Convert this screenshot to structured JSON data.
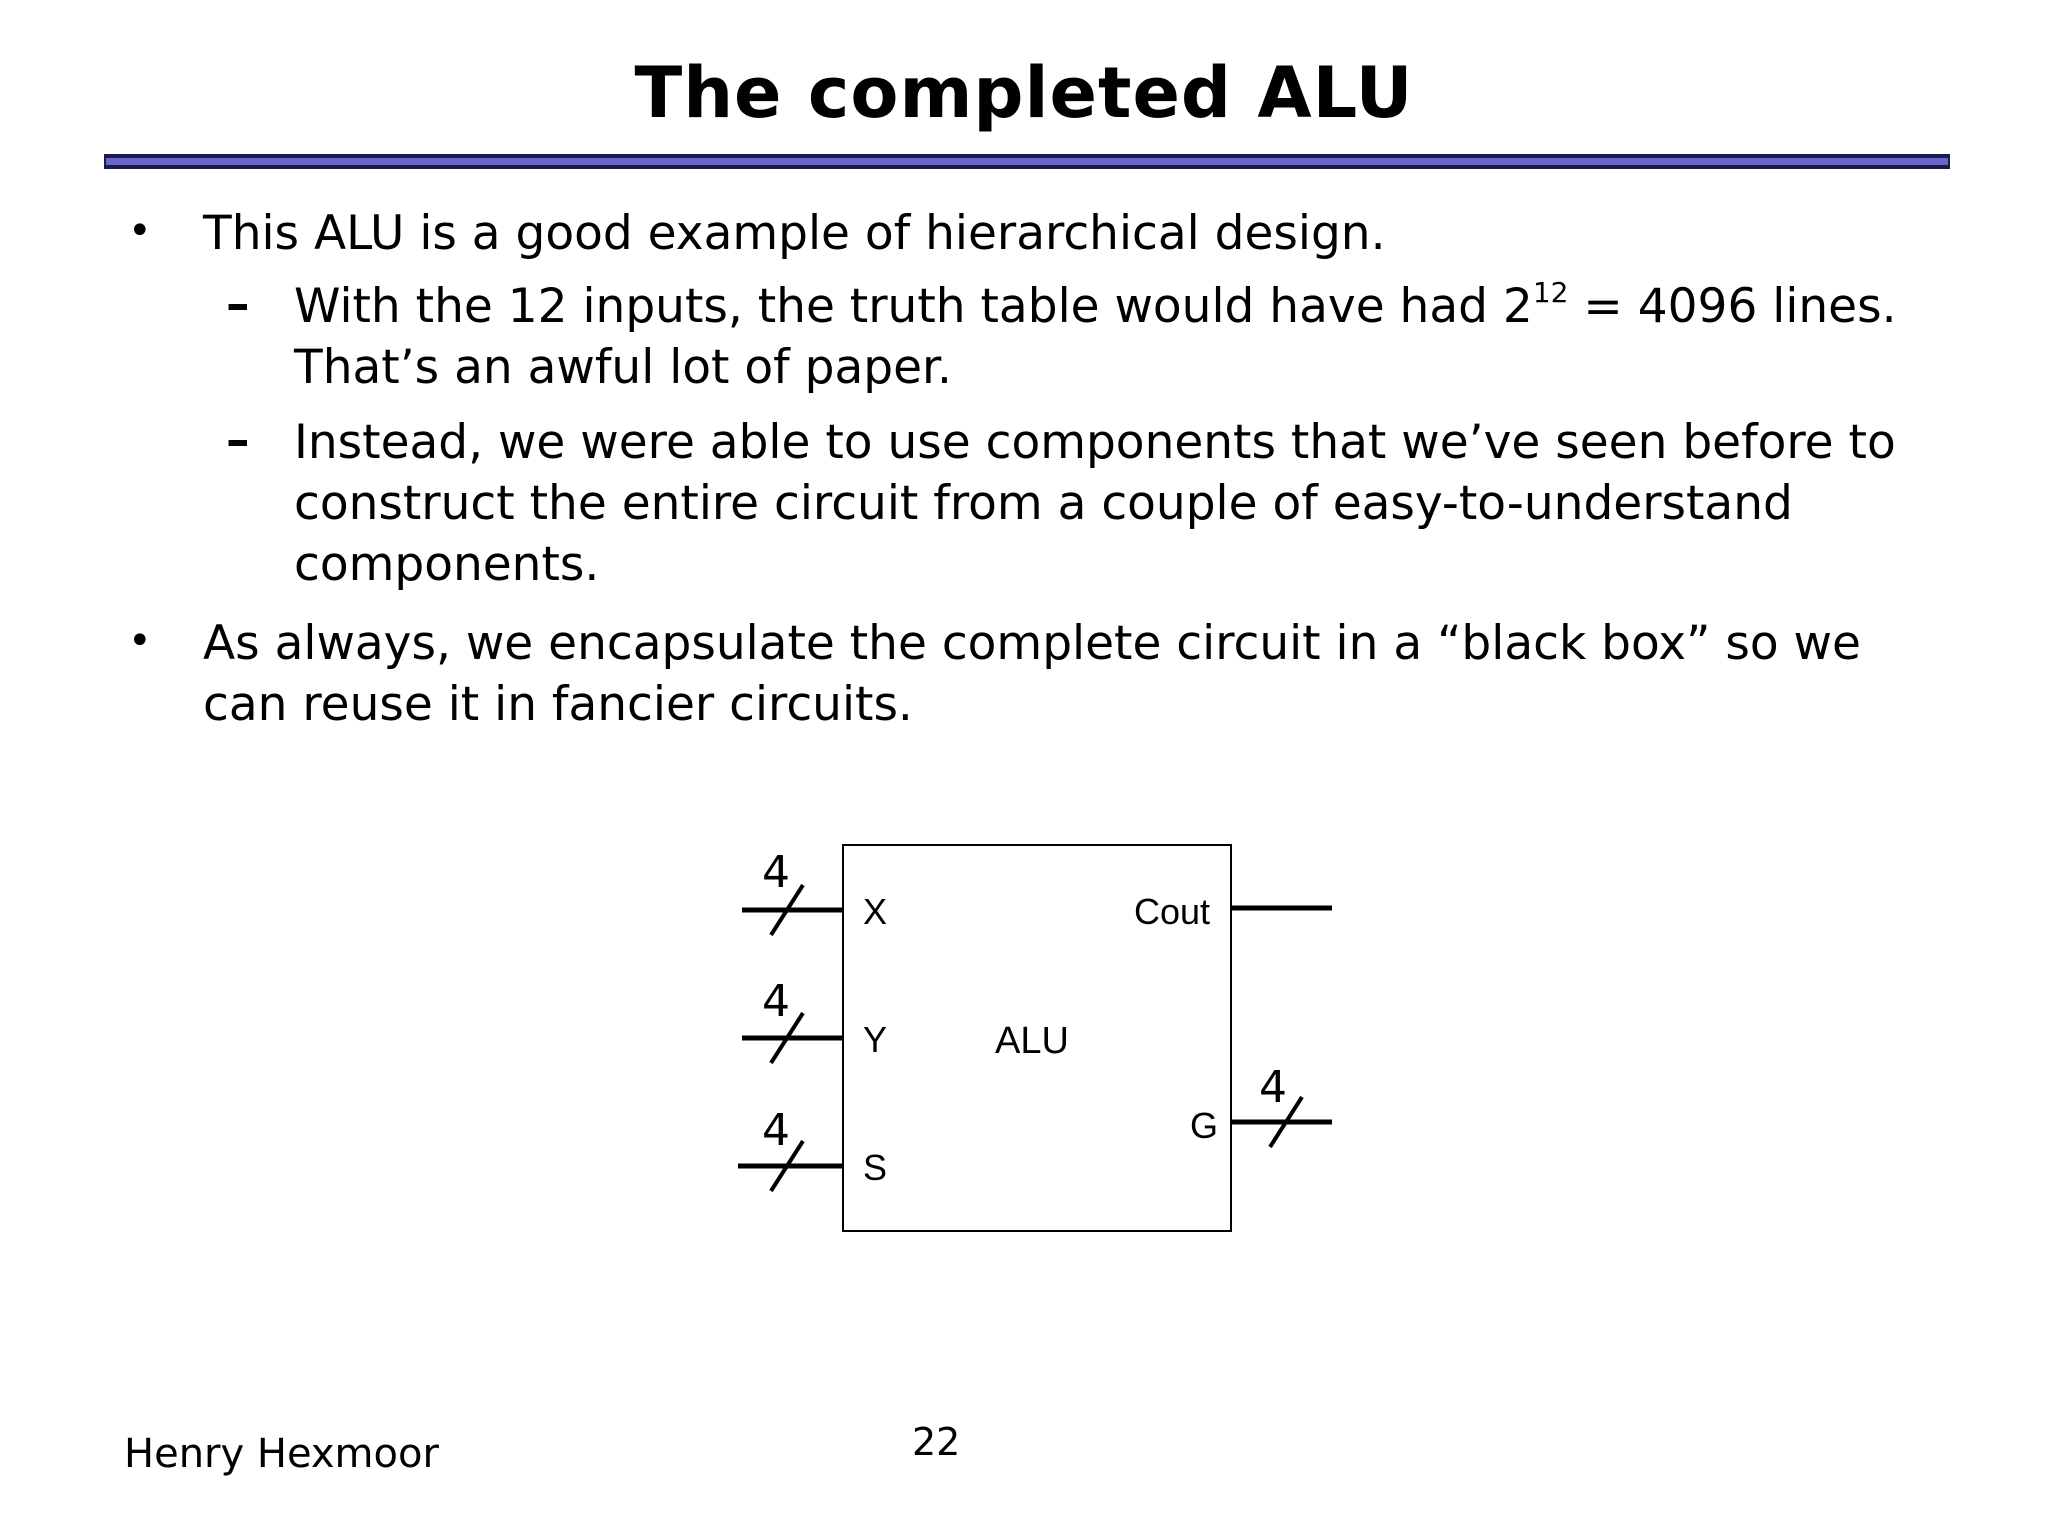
{
  "slide": {
    "title": "The completed ALU",
    "bullet_1": {
      "text": "This ALU is a good example of hierarchical design.",
      "sub_1": {
        "line_1_pre": "With the 12 inputs, the truth table would have had 2",
        "line_1_sup": "12",
        "line_1_post": " = 4096 lines.",
        "line_2": "That’s an awful lot of paper."
      },
      "sub_2": {
        "line_1": "Instead, we were able to use components that we’ve seen before to",
        "line_2": "construct the entire circuit from a couple of easy-to-understand",
        "line_3": "components."
      }
    },
    "bullet_2": {
      "line_1": "As always, we encapsulate the complete circuit in a “black box” so we",
      "line_2": "can reuse it in fancier circuits."
    }
  },
  "diagram": {
    "block_label": "ALU",
    "inputs": [
      {
        "label": "X",
        "width": "4"
      },
      {
        "label": "Y",
        "width": "4"
      },
      {
        "label": "S",
        "width": "4"
      }
    ],
    "outputs": [
      {
        "label": "Cout"
      },
      {
        "label": "G",
        "width": "4"
      }
    ]
  },
  "footer": {
    "author": "Henry Hexmoor",
    "page_number": "22"
  }
}
